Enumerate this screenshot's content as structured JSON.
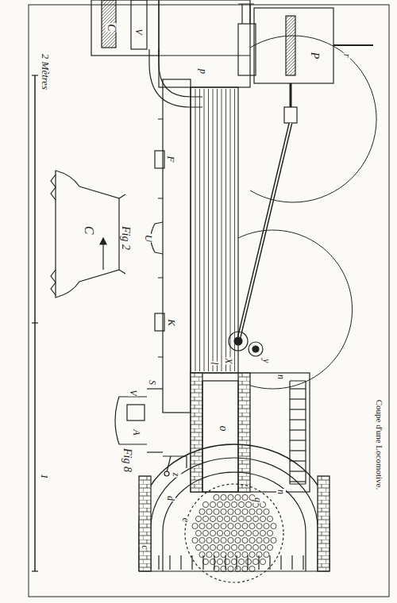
{
  "diagram": {
    "caption": "Coupe d'une Locomotive.",
    "labels": [
      "Fig 2",
      "Fig 8",
      "2 Mètres",
      "1",
      "C",
      "C",
      "V",
      "F",
      "U",
      "K",
      "S",
      "V",
      "A",
      "z",
      "X",
      "y",
      "P",
      "o",
      "n",
      "n",
      "e",
      "c",
      "d",
      "q",
      "l",
      "p",
      "r"
    ]
  }
}
